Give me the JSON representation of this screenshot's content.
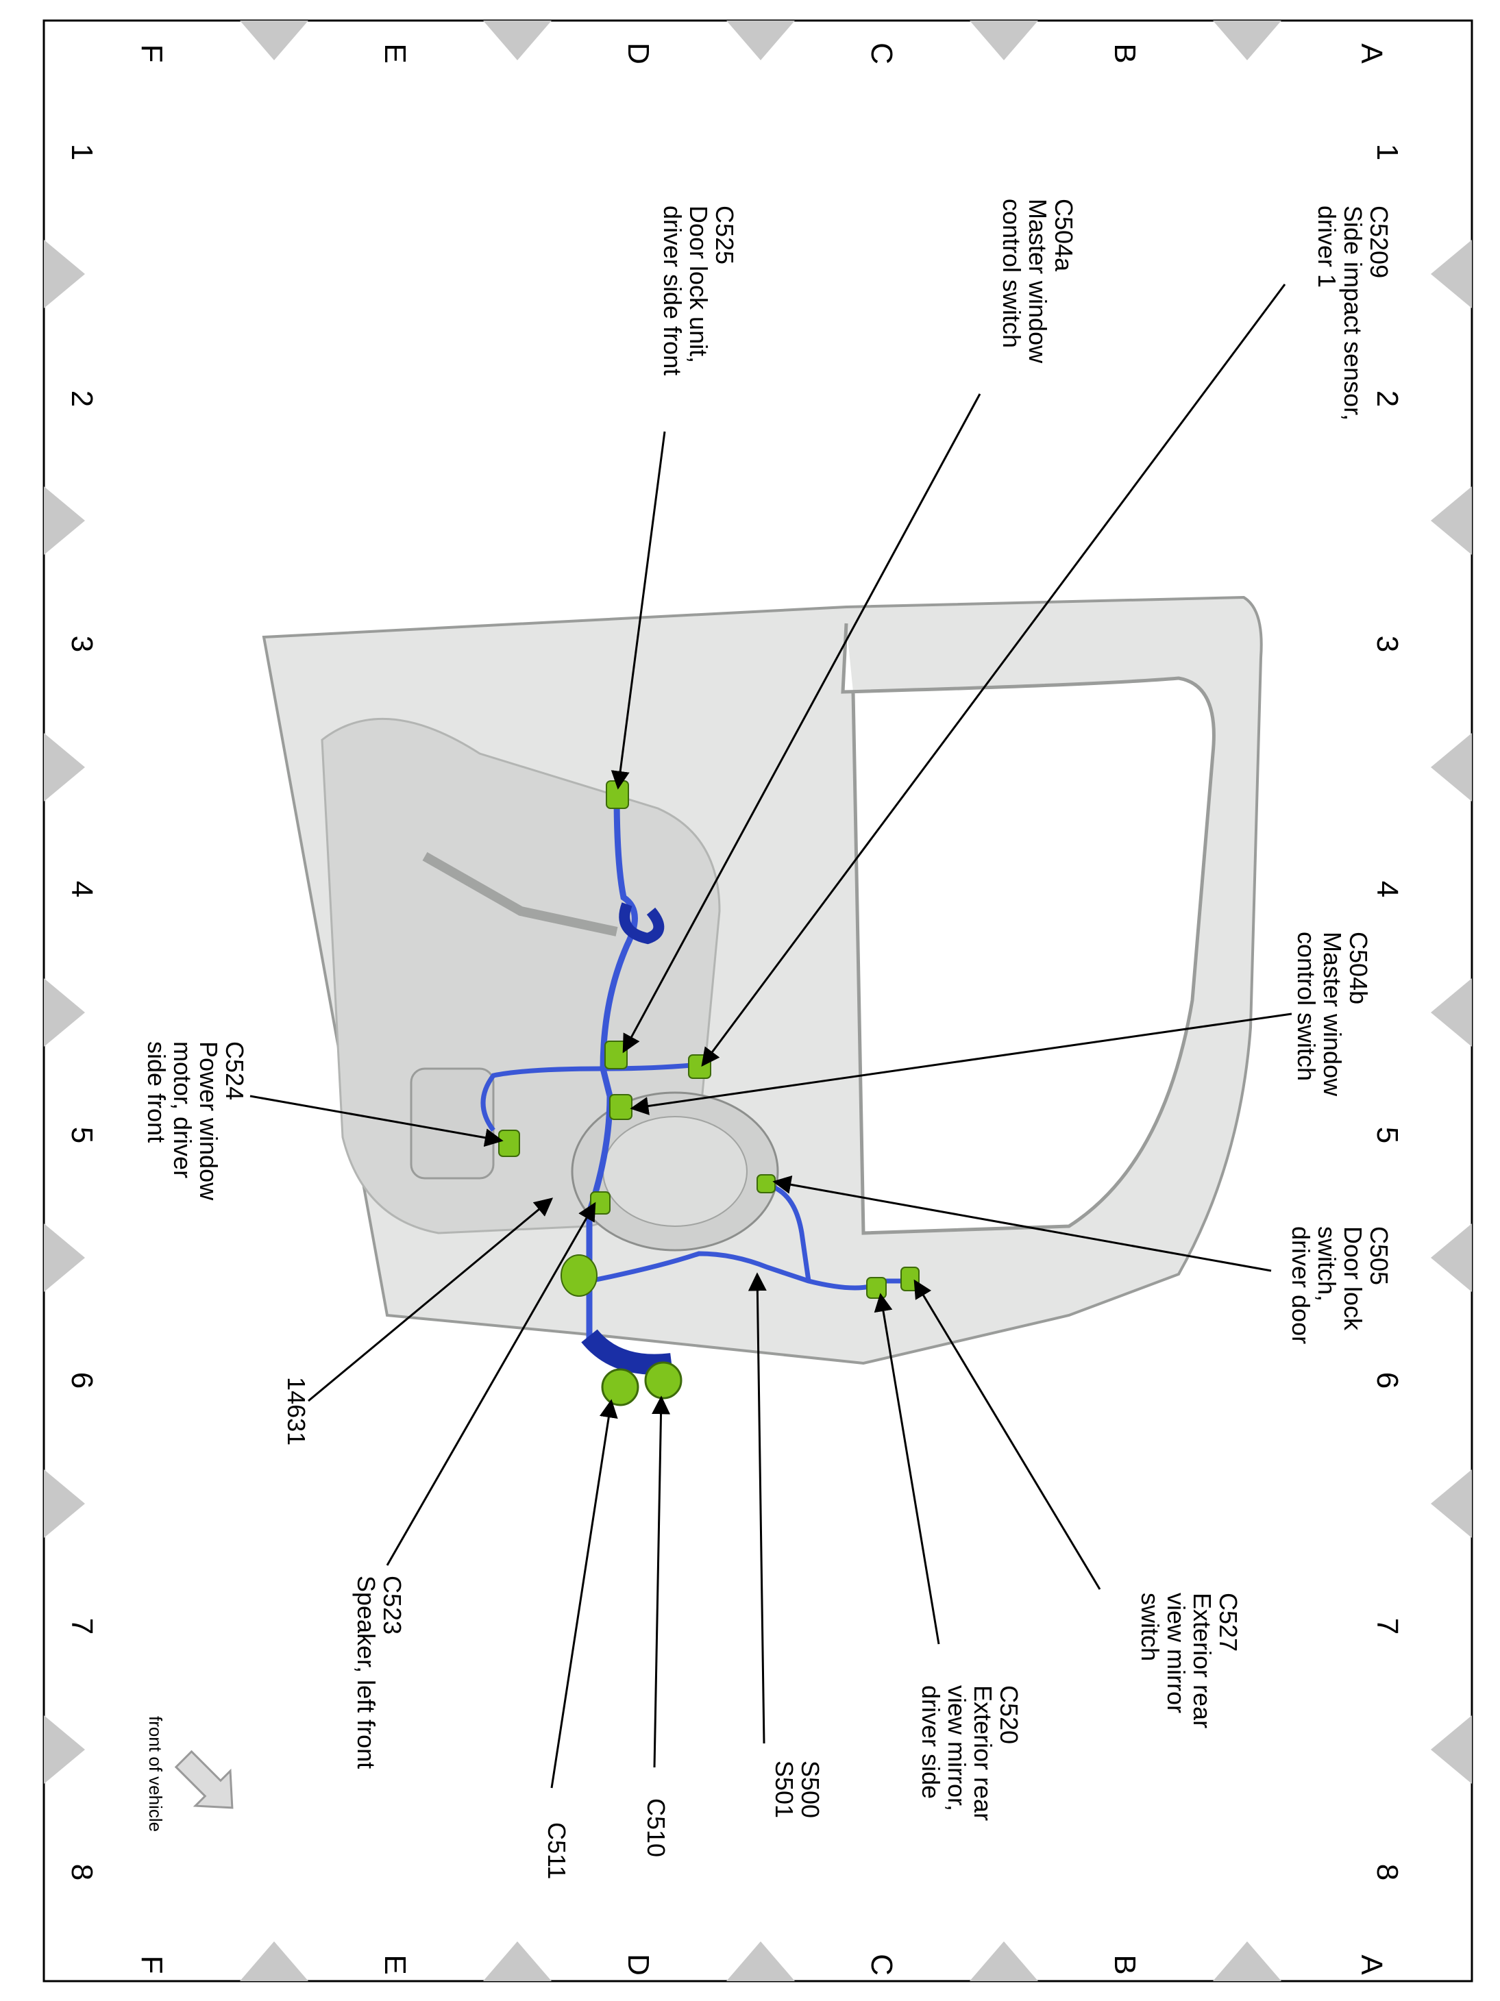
{
  "grid": {
    "row_letters": [
      "A",
      "B",
      "C",
      "D",
      "E",
      "F"
    ],
    "column_numbers": [
      "1",
      "2",
      "3",
      "4",
      "5",
      "6",
      "7",
      "8"
    ]
  },
  "callouts": {
    "c5209": {
      "code": "C5209",
      "desc": [
        "Side impact sensor,",
        "driver 1"
      ]
    },
    "c504a": {
      "code": "C504a",
      "desc": [
        "Master window",
        "control switch"
      ]
    },
    "c525": {
      "code": "C525",
      "desc": [
        "Door lock unit,",
        "driver side front"
      ]
    },
    "c504b": {
      "code": "C504b",
      "desc": [
        "Master window",
        "control switch"
      ]
    },
    "c524": {
      "code": "C524",
      "desc": [
        "Power window",
        "motor, driver",
        "side front"
      ]
    },
    "c505": {
      "code": "C505",
      "desc": [
        "Door lock",
        "switch,",
        "driver door"
      ]
    },
    "n14631": {
      "code": "14631",
      "desc": []
    },
    "c527": {
      "code": "C527",
      "desc": [
        "Exterior rear",
        "view mirror",
        "switch"
      ]
    },
    "c520": {
      "code": "C520",
      "desc": [
        "Exterior rear",
        "view mirror,",
        "driver side"
      ]
    },
    "s500": {
      "code": "S500",
      "desc": [
        "S501"
      ]
    },
    "c523": {
      "code": "C523",
      "desc": [
        "Speaker, left front"
      ]
    },
    "c510": {
      "code": "C510",
      "desc": []
    },
    "c511": {
      "code": "C511",
      "desc": []
    }
  },
  "orientation_label": "front of vehicle",
  "colors": {
    "panel": "#e4e5e4",
    "panel_edge": "#9a9c9a",
    "harness": "#3a57d6",
    "harness_dark": "#1a2fa6",
    "connector": "#7fc41d",
    "triangle": "#c8c8c8"
  }
}
